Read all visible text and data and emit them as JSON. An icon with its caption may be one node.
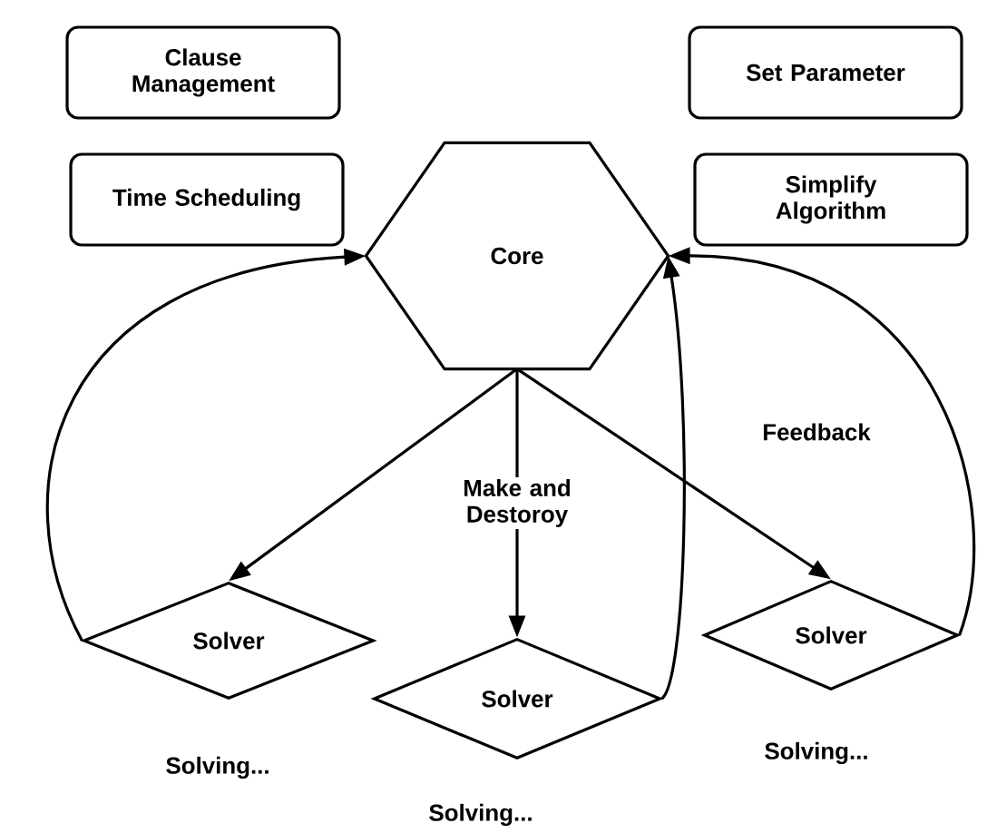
{
  "diagram": {
    "nodes": [
      {
        "text": [
          "Clause Management"
        ]
      },
      {
        "text": [
          "Set Parameter"
        ]
      },
      {
        "text": [
          "Time Scheduling"
        ]
      },
      {
        "text": [
          "Simplify Algorithm"
        ]
      },
      {
        "text": [
          "Core"
        ]
      },
      {
        "text": [
          "Solver"
        ],
        "beside": [
          "Solving..."
        ]
      },
      {
        "text": [
          "Solver"
        ],
        "beside": [
          "Solving..."
        ]
      },
      {
        "text": [
          "Solver"
        ],
        "beside": [
          "Solving..."
        ]
      }
    ],
    "edges": [
      {
        "from": 4,
        "to": 5,
        "arrow": "to"
      },
      {
        "from": 4,
        "to": 6,
        "arrow": "to",
        "label": "Make and Destoroy"
      },
      {
        "from": 4,
        "to": 7,
        "arrow": "to"
      },
      {
        "from": 5,
        "to": 4,
        "arrow": "to"
      },
      {
        "from": 6,
        "to": 4,
        "arrow": "to"
      },
      {
        "from": 7,
        "to": 4,
        "arrow": "to"
      }
    ],
    "labels": [
      "Feedback"
    ]
  }
}
